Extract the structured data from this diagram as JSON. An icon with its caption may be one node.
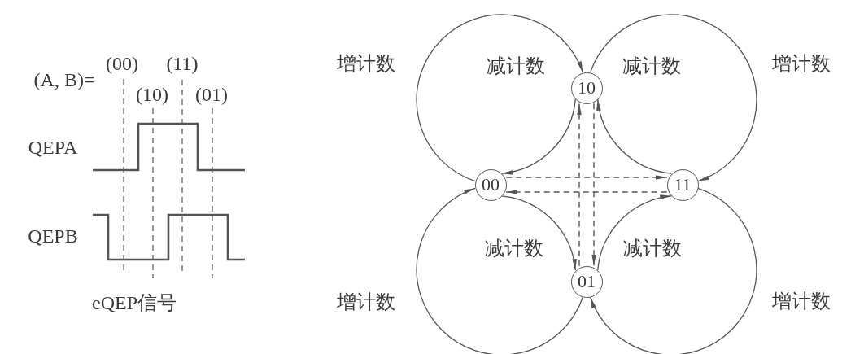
{
  "diagram": {
    "nodes": [
      {
        "text": [
          "10"
        ]
      },
      {
        "text": [
          "00"
        ]
      },
      {
        "text": [
          "11"
        ]
      },
      {
        "text": [
          "01"
        ]
      }
    ],
    "edges": [
      {
        "from": 1,
        "to": 0,
        "arrow": "to"
      },
      {
        "from": 0,
        "to": 1,
        "arrow": "to"
      },
      {
        "from": 0,
        "to": 2,
        "arrow": "to"
      },
      {
        "from": 2,
        "to": 0,
        "arrow": "to"
      },
      {
        "from": 2,
        "to": 3,
        "arrow": "to"
      },
      {
        "from": 3,
        "to": 2,
        "arrow": "to"
      },
      {
        "from": 3,
        "to": 1,
        "arrow": "to"
      },
      {
        "from": 1,
        "to": 3,
        "arrow": "to"
      },
      {
        "from": 1,
        "to": 2,
        "arrow": "to",
        "style": "dashed"
      },
      {
        "from": 2,
        "to": 1,
        "arrow": "to",
        "style": "dashed"
      },
      {
        "from": 3,
        "to": 0,
        "arrow": "to",
        "style": "dashed"
      },
      {
        "from": 0,
        "to": 3,
        "arrow": "to",
        "style": "dashed"
      }
    ],
    "labels": [
      "(00)",
      "(11)",
      "增计数",
      "减计数",
      "减计数",
      "增计数",
      "(A, B)=",
      "(10)",
      "(01)",
      "QEPA",
      "QEPB",
      "减计数",
      "减计数",
      "eQEP信号",
      "增计数",
      "增计数"
    ]
  }
}
